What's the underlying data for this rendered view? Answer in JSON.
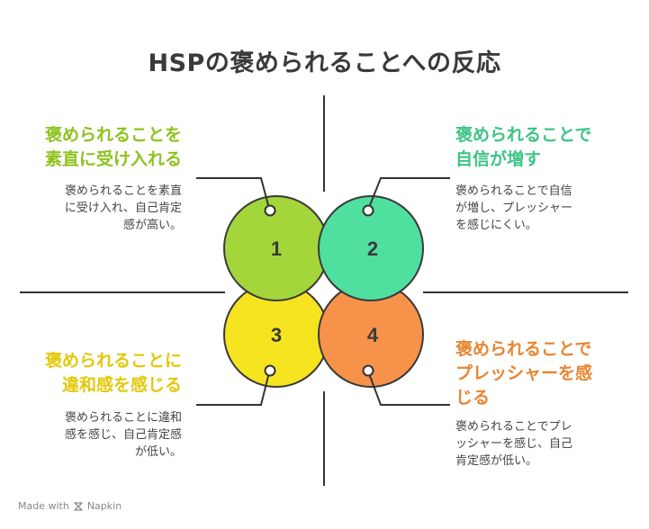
{
  "title": "HSPの褒められることへの反応",
  "colors": {
    "q1": "#a3d63a",
    "q2": "#4fe0a0",
    "q3": "#f7e420",
    "q4": "#f7924a",
    "q1_text": "#8fc21e",
    "q2_text": "#3cc486",
    "q3_text": "#e3c80a",
    "q4_text": "#e88530",
    "outline": "#3a3a3a",
    "divider": "#333333"
  },
  "quadrants": [
    {
      "number": "1",
      "heading": [
        "褒められることを",
        "素直に受け入れる"
      ],
      "description": [
        "褒められることを素直",
        "に受け入れ、自己肯定",
        "感が高い。"
      ]
    },
    {
      "number": "2",
      "heading": [
        "褒められることで",
        "自信が増す"
      ],
      "description": [
        "褒められることで自信",
        "が増し、プレッシャー",
        "を感じにくい。"
      ]
    },
    {
      "number": "3",
      "heading": [
        "褒められることに",
        "違和感を感じる"
      ],
      "description": [
        "褒められることに違和",
        "感を感じ、自己肯定感",
        "が低い。"
      ]
    },
    {
      "number": "4",
      "heading": [
        "褒められることで",
        "プレッシャーを感",
        "じる"
      ],
      "description": [
        "褒められることでプレ",
        "ッシャーを感じ、自己",
        "肯定感が低い。"
      ]
    }
  ],
  "footer": {
    "made_with": "Made with",
    "brand": "Napkin"
  }
}
